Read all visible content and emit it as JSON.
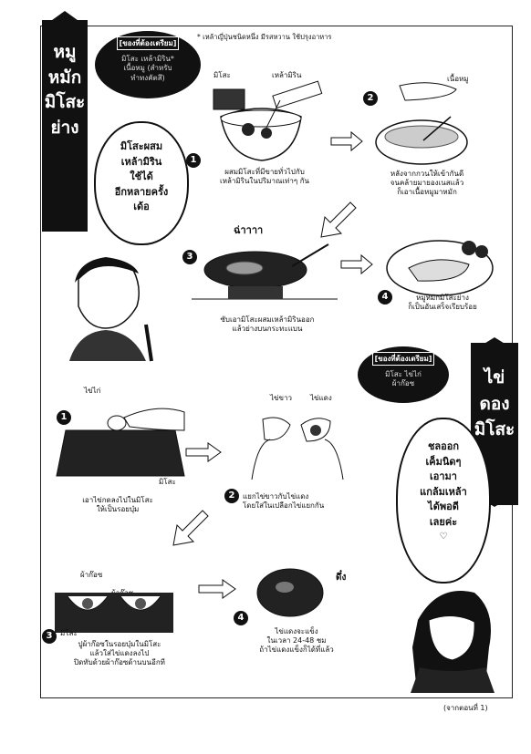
{
  "header": {
    "note": "* เหล้าญี่ปุ่นชนิดหนึ่ง มีรสหวาน ใช้ปรุงอาหาร"
  },
  "section1": {
    "title": "หมูหมักมิโสะย่าง",
    "title_lines": [
      "หมู",
      "หมัก",
      "มิโสะ",
      "ย่าง"
    ],
    "ingredients_heading": "[ของที่ต้องเตรียม]",
    "ingredients_lines": [
      "มิโสะ  เหล้ามิริน*",
      "เนื้อหมู  (สำหรับ",
      "ทำทงคัตสึ)"
    ],
    "speech_lines": [
      "มิโสะผสม",
      "เหล้ามิริน",
      "ใช้ได้",
      "อีกหลายครั้ง",
      "เด้อ"
    ],
    "labels": {
      "miso": "มิโสะ",
      "mirin": "เหล้ามิริน",
      "pork": "เนื้อหมู"
    },
    "sfx": "ฉ่าาาา",
    "steps": [
      {
        "num": "1",
        "lines": [
          "ผสมมิโสะที่มีขายทั่วไปกับ",
          "เหล้ามิรินในปริมาณเท่าๆ กัน"
        ]
      },
      {
        "num": "2",
        "lines": [
          "หลังจากกวนให้เข้ากันดี",
          "จนคล้ายมายองเนสแล้ว",
          "ก็เอาเนื้อหมูมาหมัก"
        ]
      },
      {
        "num": "3",
        "lines": [
          "ซับเอามิโสะผสมเหล้ามิรินออก",
          "แล้วย่างบนกระทะแบน"
        ]
      },
      {
        "num": "4",
        "lines": [
          "หมูหมักมิโสะย่าง",
          "ก็เป็นอันเสร็จเรียบร้อย"
        ]
      }
    ]
  },
  "section2": {
    "title": "ไข่ดองมิโสะ",
    "title_lines": [
      "ไข่",
      "ดอง",
      "มิโสะ"
    ],
    "ingredients_heading": "[ของที่ต้องเตรียม]",
    "ingredients_lines": [
      "มิโสะ  ไข่ไก่",
      "ผ้าก๊อซ"
    ],
    "speech_lines": [
      "ชลออก",
      "เค็มนิดๆ",
      "เอามา",
      "แกล้มเหล้า",
      "ได้พอดี",
      "เลยค่ะ"
    ],
    "heart": "♡",
    "labels": {
      "egg": "ไข่ไก่",
      "white": "ไข่ขาว",
      "yolk": "ไข่แดง",
      "miso_a": "มิโสะ",
      "gauze_a": "ผ้าก๊อซ",
      "gauze_b": "ผ้าก๊อซ",
      "miso_b": "มิโสะ"
    },
    "sfx": "ดึ๋ง",
    "steps": [
      {
        "num": "1",
        "lines": [
          "เอาไข่กดลงไปในมิโสะ",
          "ให้เป็นรอยบุ๋ม"
        ]
      },
      {
        "num": "2",
        "lines": [
          "แยกไข่ขาวกับไข่แดง",
          "โดยใส่ในเปลือกไข่แยกกัน"
        ]
      },
      {
        "num": "3",
        "lines": [
          "ปูผ้าก๊อซในรอยบุ๋มในมิโสะ",
          "แล้วใส่ไข่แดงลงไป",
          "ปิดทับด้วยผ้าก๊อซด้านบนอีกที"
        ]
      },
      {
        "num": "4",
        "lines": [
          "ไข่แดงจะแข็ง",
          "ในเวลา 24-48 ชม",
          "ถ้าไข่แดงแข็งก็ได้ที่แล้ว"
        ]
      }
    ]
  },
  "footer": {
    "continued": "(จากตอนที่ 1)"
  }
}
